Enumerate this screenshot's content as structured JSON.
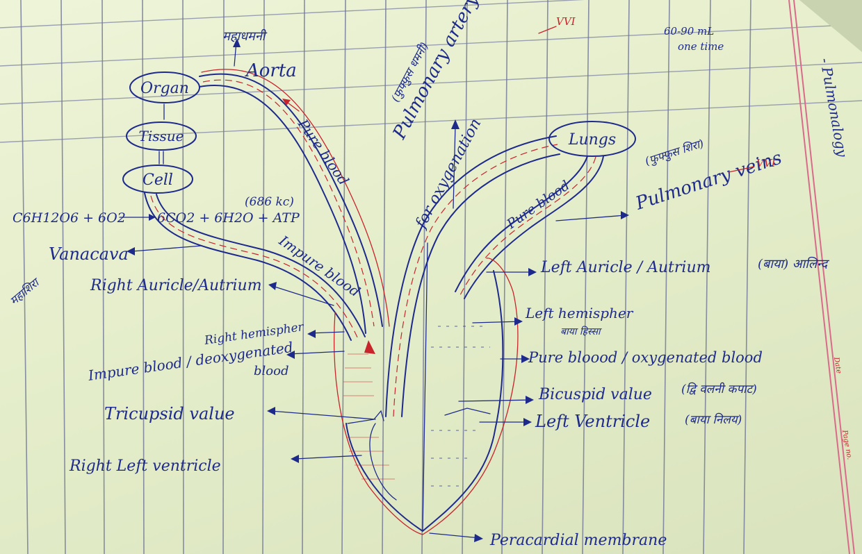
{
  "header": {
    "note_volume": "60-90 mL",
    "note_time": "one time",
    "margin_subject": "- Pulmonalogy",
    "margin_date": "Date",
    "margin_page": "Page no."
  },
  "hierarchy": {
    "organ": "Organ",
    "tissue": "Tissue",
    "cell": "Cell"
  },
  "equation": {
    "reactants": "C6H12O6 + 6O2",
    "products": "6CO2 + 6H2O + ATP",
    "energy": "(686 kc)"
  },
  "labels": {
    "aorta": "Aorta",
    "aorta_hindi": "महाधमनी",
    "pure_blood_1": "Pure blood",
    "pure_blood_2": "Pure blood",
    "impure_blood_arrow": "Impure blood",
    "pulmonary_artery": "Pulmonary artery",
    "pulmonary_artery_hindi": "(फुफ्फुस धमनी)",
    "vvi_1": "VVI",
    "for_oxygenation": "for oxygenation",
    "lungs": "Lungs",
    "pulmonary_veins": "Pulmonary veins",
    "pulmonary_veins_hindi": "(फुफ्फुस शिरा)",
    "vvi_2": "VVI",
    "vanacava": "Vanacava",
    "vanacava_hindi": "महाशिरा",
    "right_auricle": "Right Auricle/Autrium",
    "left_auricle": "Left Auricle / Autrium",
    "left_auricle_hindi": "(बाया) आलिन्द",
    "left_hemisphere": "Left hemispher",
    "left_hemisphere_hindi": "बाया हिस्सा",
    "right_hemisphere": "Right hemispher",
    "impure_blood": "Impure blood / deoxygenated",
    "impure_blood_2": "blood",
    "pure_blood_oxygenated": "Pure bloood / oxygenated blood",
    "bicuspid_valve": "Bicuspid value",
    "bicuspid_hindi": "(द्वि वलनी कपाट)",
    "tricuspid_valve": "Tricupsid value",
    "left_ventricle": "Left Ventricle",
    "left_ventricle_hindi": "(बाया निलय)",
    "right_ventricle": "Right Left ventricle",
    "pericardial": "Peracardial membrane"
  },
  "colors": {
    "ink_blue": "#1d2a8c",
    "ink_red": "#c8242b",
    "paper": "#e7efcf",
    "rule_line": "#8a8fa8"
  }
}
